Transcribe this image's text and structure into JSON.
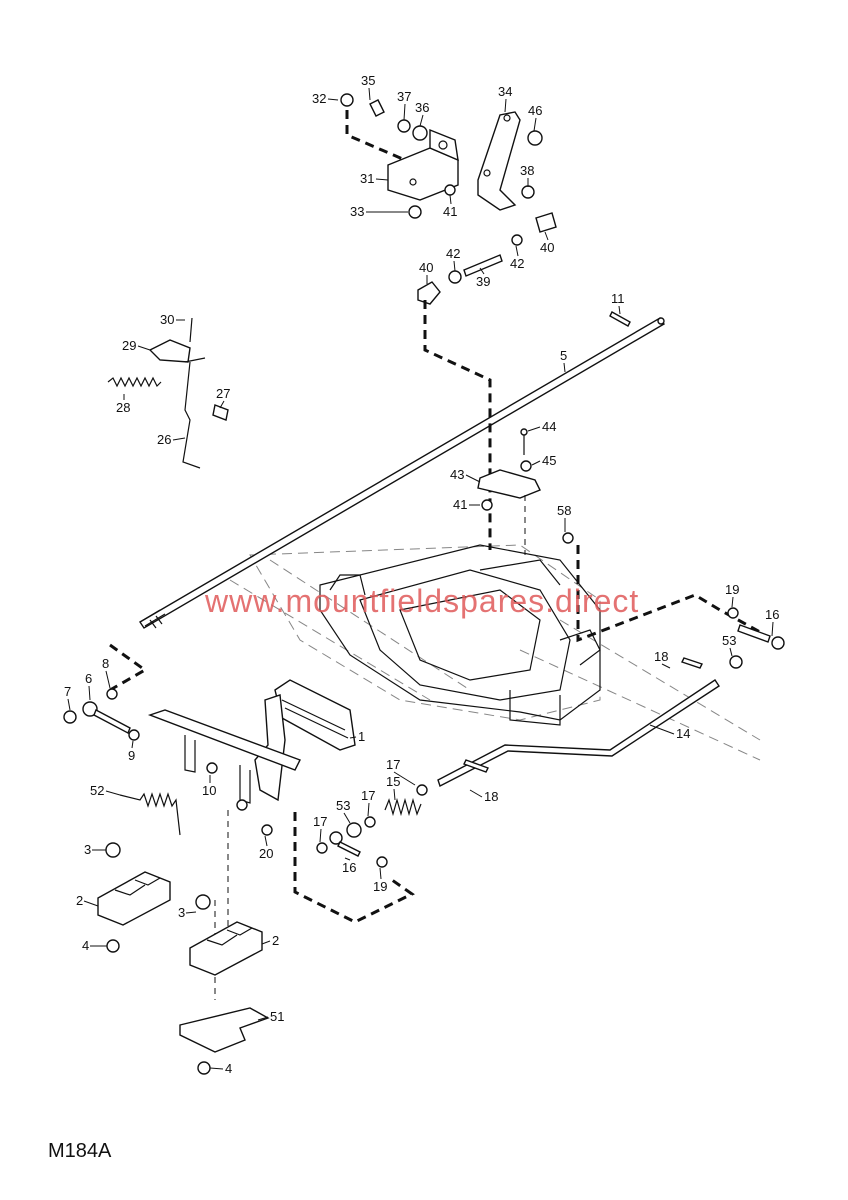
{
  "watermark": "www.mountfieldspares.direct",
  "diagram_code": "M184A",
  "callouts": [
    "32",
    "35",
    "37",
    "36",
    "34",
    "46",
    "31",
    "38",
    "33",
    "41",
    "40",
    "42",
    "42",
    "40",
    "39",
    "11",
    "5",
    "30",
    "29",
    "28",
    "27",
    "26",
    "44",
    "45",
    "43",
    "41",
    "58",
    "19",
    "16",
    "53",
    "18",
    "14",
    "7",
    "6",
    "8",
    "9",
    "1",
    "10",
    "52",
    "17",
    "15",
    "53",
    "17",
    "18",
    "17",
    "16",
    "19",
    "20",
    "3",
    "2",
    "4",
    "3",
    "2",
    "51",
    "4"
  ]
}
